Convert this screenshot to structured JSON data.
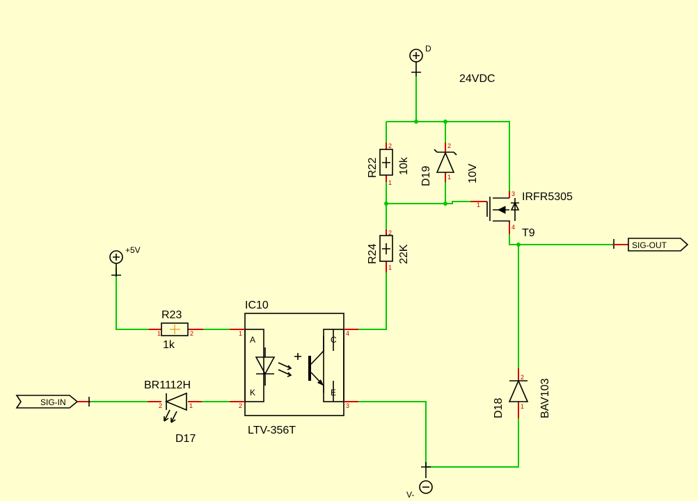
{
  "power": {
    "d_label": "D",
    "supply_label": "24VDC",
    "plus5_label": "+5V",
    "vminus_label": "V-"
  },
  "components": {
    "r22": {
      "ref": "R22",
      "value": "10k",
      "pin_top": "2",
      "pin_bottom": "1"
    },
    "d19": {
      "ref": "D19",
      "value": "10V",
      "pin_top": "2",
      "pin_bottom": "1"
    },
    "t9": {
      "ref": "T9",
      "value": "IRFR5305",
      "pin_gate": "1",
      "pin_drain": "3",
      "pin_source": "4"
    },
    "r24": {
      "ref": "R24",
      "value": "22K",
      "pin_top": "2",
      "pin_bottom": "1"
    },
    "r23": {
      "ref": "R23",
      "value": "1k",
      "pin_left": "1",
      "pin_right": "2"
    },
    "ic10": {
      "ref": "IC10",
      "value": "LTV-356T",
      "pin_a_label": "A",
      "pin_k_label": "K",
      "pin_c_label": "C",
      "pin_e_label": "E",
      "pin_a": "1",
      "pin_k": "2",
      "pin_c": "4",
      "pin_e": "3"
    },
    "d17": {
      "ref": "D17",
      "value": "BR1112H",
      "pin_left": "2",
      "pin_right": "1"
    },
    "d18": {
      "ref": "D18",
      "value": "BAV103",
      "pin_top": "2",
      "pin_bottom": "1"
    }
  },
  "ports": {
    "sig_in": "SIG-IN",
    "sig_out": "SIG-OUT"
  },
  "colors": {
    "background": "#fffece",
    "wire": "#00c800",
    "pin": "#d00000",
    "symbol": "#000000"
  }
}
